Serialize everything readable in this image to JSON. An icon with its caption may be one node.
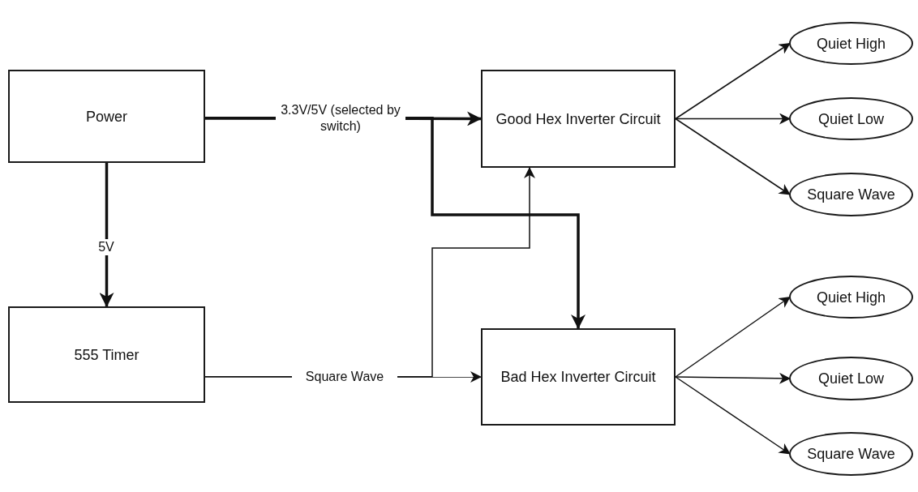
{
  "diagram": {
    "nodes": [
      {
        "text": [
          "Power"
        ]
      },
      {
        "text": [
          "555 Timer"
        ]
      },
      {
        "text": [
          "Good Hex Inverter Circuit"
        ]
      },
      {
        "text": [
          "Bad Hex Inverter Circuit"
        ]
      },
      {
        "text": [
          "Quiet High"
        ]
      },
      {
        "text": [
          "Quiet Low"
        ]
      },
      {
        "text": [
          "Square Wave"
        ]
      },
      {
        "text": [
          "Quiet High"
        ]
      },
      {
        "text": [
          "Quiet Low"
        ]
      },
      {
        "text": [
          "Square Wave"
        ]
      }
    ],
    "edges": [
      {
        "from": 0,
        "to": 2,
        "arrow": "to",
        "style": "thick",
        "label": "3.3V/5V (selected by switch)"
      },
      {
        "from": 0,
        "to": 3,
        "arrow": "to",
        "style": "thick"
      },
      {
        "from": 0,
        "to": 1,
        "arrow": "to",
        "style": "thick",
        "label": "5V"
      },
      {
        "from": 1,
        "to": 3,
        "arrow": "to",
        "label": "Square Wave"
      },
      {
        "from": 1,
        "to": 2,
        "arrow": "to"
      },
      {
        "from": 2,
        "to": 4,
        "arrow": "to"
      },
      {
        "from": 2,
        "to": 5,
        "arrow": "to"
      },
      {
        "from": 2,
        "to": 6,
        "arrow": "to"
      },
      {
        "from": 3,
        "to": 7,
        "arrow": "to"
      },
      {
        "from": 3,
        "to": 8,
        "arrow": "to"
      },
      {
        "from": 3,
        "to": 9,
        "arrow": "to"
      }
    ]
  }
}
